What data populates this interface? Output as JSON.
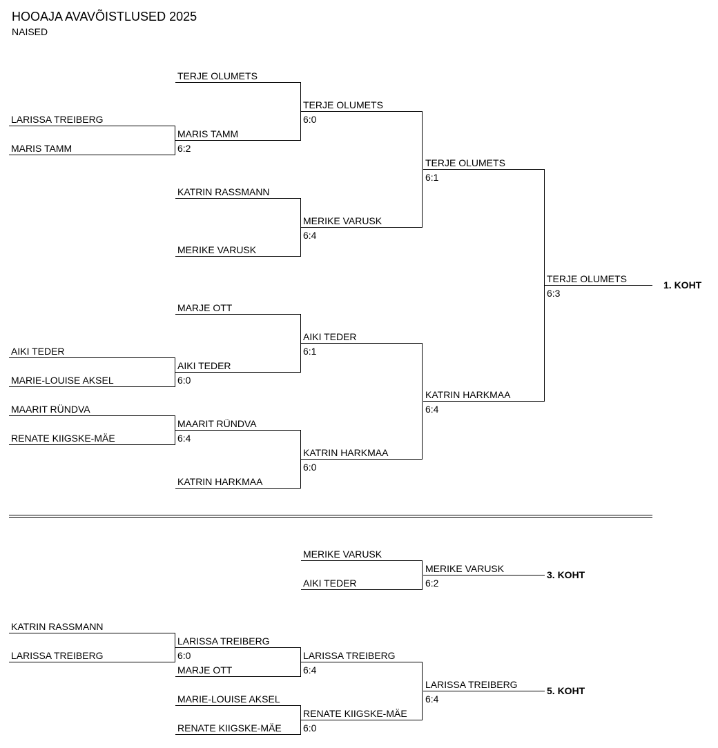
{
  "header": {
    "title": "HOOAJA AVAVÕISTLUSED 2025",
    "subtitle": "NAISED"
  },
  "main_bracket": {
    "round1": [
      {
        "player": "LARISSA TREIBERG"
      },
      {
        "player": "MARIS TAMM"
      },
      {
        "player": "AIKI TEDER"
      },
      {
        "player": "MARIE-LOUISE AKSEL"
      },
      {
        "player": "MAARIT RÜNDVA"
      },
      {
        "player": "RENATE KIIGSKE-MÄE"
      }
    ],
    "round2": [
      {
        "player": "TERJE OLUMETS",
        "score": ""
      },
      {
        "player": "MARIS TAMM",
        "score": "6:2"
      },
      {
        "player": "KATRIN RASSMANN",
        "score": ""
      },
      {
        "player": "MERIKE VARUSK",
        "score": ""
      },
      {
        "player": "MARJE OTT",
        "score": ""
      },
      {
        "player": "AIKI TEDER",
        "score": "6:0"
      },
      {
        "player": "MAARIT RÜNDVA",
        "score": "6:4"
      },
      {
        "player": "KATRIN HARKMAA",
        "score": ""
      }
    ],
    "round3": [
      {
        "player": "TERJE OLUMETS",
        "score": "6:0"
      },
      {
        "player": "MERIKE VARUSK",
        "score": "6:4"
      },
      {
        "player": "AIKI TEDER",
        "score": "6:1"
      },
      {
        "player": "KATRIN HARKMAA",
        "score": "6:0"
      }
    ],
    "round4": [
      {
        "player": "TERJE OLUMETS",
        "score": "6:1"
      },
      {
        "player": "KATRIN HARKMAA",
        "score": "6:4"
      }
    ],
    "final": {
      "player": "TERJE OLUMETS",
      "score": "6:3",
      "place": "1. KOHT"
    }
  },
  "third_place": {
    "entrants": [
      {
        "player": "MERIKE VARUSK"
      },
      {
        "player": "AIKI TEDER"
      }
    ],
    "winner": {
      "player": "MERIKE VARUSK",
      "score": "6:2",
      "place": "3. KOHT"
    }
  },
  "fifth_place": {
    "round1": [
      {
        "player": "KATRIN RASSMANN"
      },
      {
        "player": "LARISSA TREIBERG"
      }
    ],
    "round2": [
      {
        "player": "LARISSA TREIBERG",
        "score": "6:0"
      },
      {
        "player": "MARJE OTT",
        "score": ""
      },
      {
        "player": "MARIE-LOUISE AKSEL",
        "score": ""
      },
      {
        "player": "RENATE KIIGSKE-MÄE",
        "score": ""
      }
    ],
    "round3": [
      {
        "player": "LARISSA TREIBERG",
        "score": "6:4"
      },
      {
        "player": "RENATE KIIGSKE-MÄE",
        "score": "6:0"
      }
    ],
    "winner": {
      "player": "LARISSA TREIBERG",
      "score": "6:4",
      "place": "5. KOHT"
    }
  }
}
